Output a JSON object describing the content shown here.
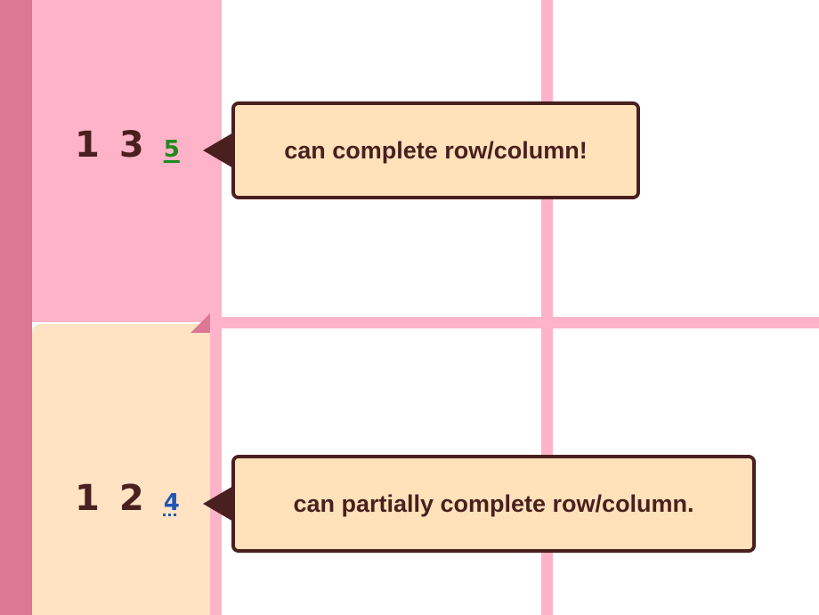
{
  "clues": {
    "top": {
      "numbers": [
        "1",
        "3"
      ],
      "hint": "5",
      "hint_type": "complete"
    },
    "bottom": {
      "numbers": [
        "1",
        "2"
      ],
      "hint": "4",
      "hint_type": "partial"
    }
  },
  "tooltips": {
    "complete": "can complete row/column!",
    "partial": "can partially complete row/column."
  },
  "colors": {
    "edge": "#dc7893",
    "clue_active": "#ffb3c8",
    "clue_inactive": "#ffe3c2",
    "grid_line": "#ffb3c8",
    "text": "#4a1f1f",
    "hint_complete": "#1e8a1e",
    "hint_partial": "#1f57b8",
    "tooltip_bg": "#ffe2ba"
  }
}
